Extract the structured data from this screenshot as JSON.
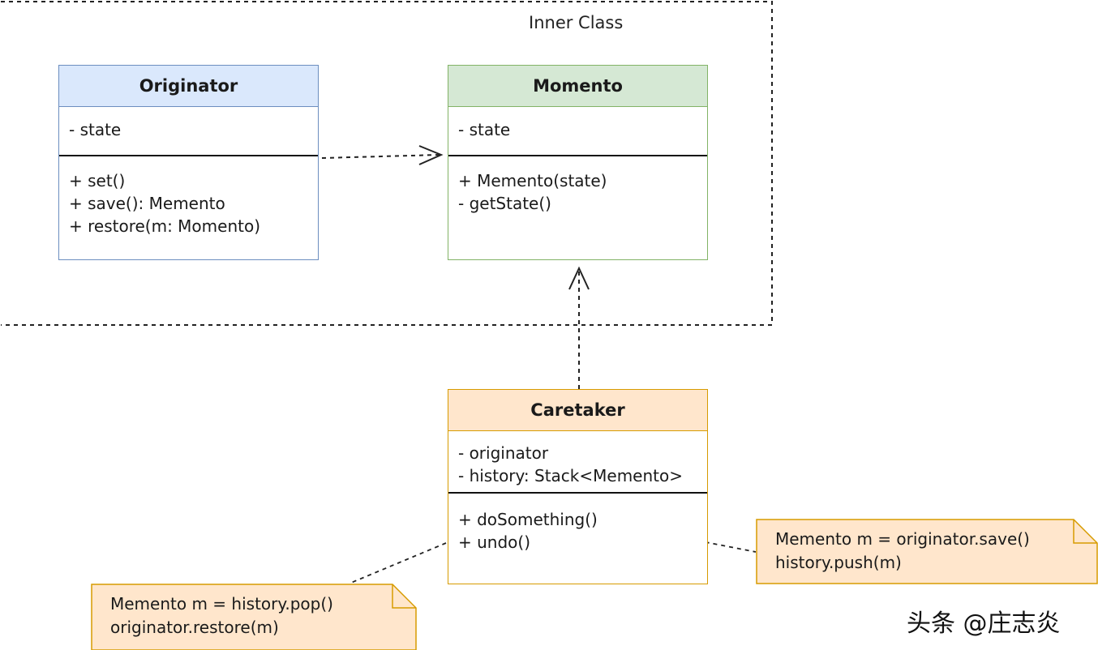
{
  "boundary": {
    "label": "Inner Class"
  },
  "classes": {
    "originator": {
      "name": "Originator",
      "attributes": [
        "- state"
      ],
      "operations": [
        "+ set()",
        "+ save(): Memento",
        "+ restore(m: Momento)"
      ]
    },
    "momento": {
      "name": "Momento",
      "attributes": [
        "- state"
      ],
      "operations": [
        "+ Memento(state)",
        "- getState()"
      ]
    },
    "caretaker": {
      "name": "Caretaker",
      "attributes": [
        "- originator",
        "- history: Stack<Memento>"
      ],
      "operations": [
        "+ doSomething()",
        "+ undo()"
      ]
    }
  },
  "notes": {
    "undo": [
      "Memento m = history.pop()",
      "originator.restore(m)"
    ],
    "do_something": [
      "Memento m = originator.save()",
      "history.push(m)"
    ]
  },
  "watermark": "头条 @庄志炎",
  "colors": {
    "originator_header": "#dae8fc",
    "originator_border": "#6c8ebf",
    "momento_header": "#d5e8d4",
    "momento_border": "#82b366",
    "caretaker_header": "#ffe6cc",
    "caretaker_border": "#d79b00",
    "note_fill": "#ffe6cc",
    "note_border": "#d79b00"
  }
}
